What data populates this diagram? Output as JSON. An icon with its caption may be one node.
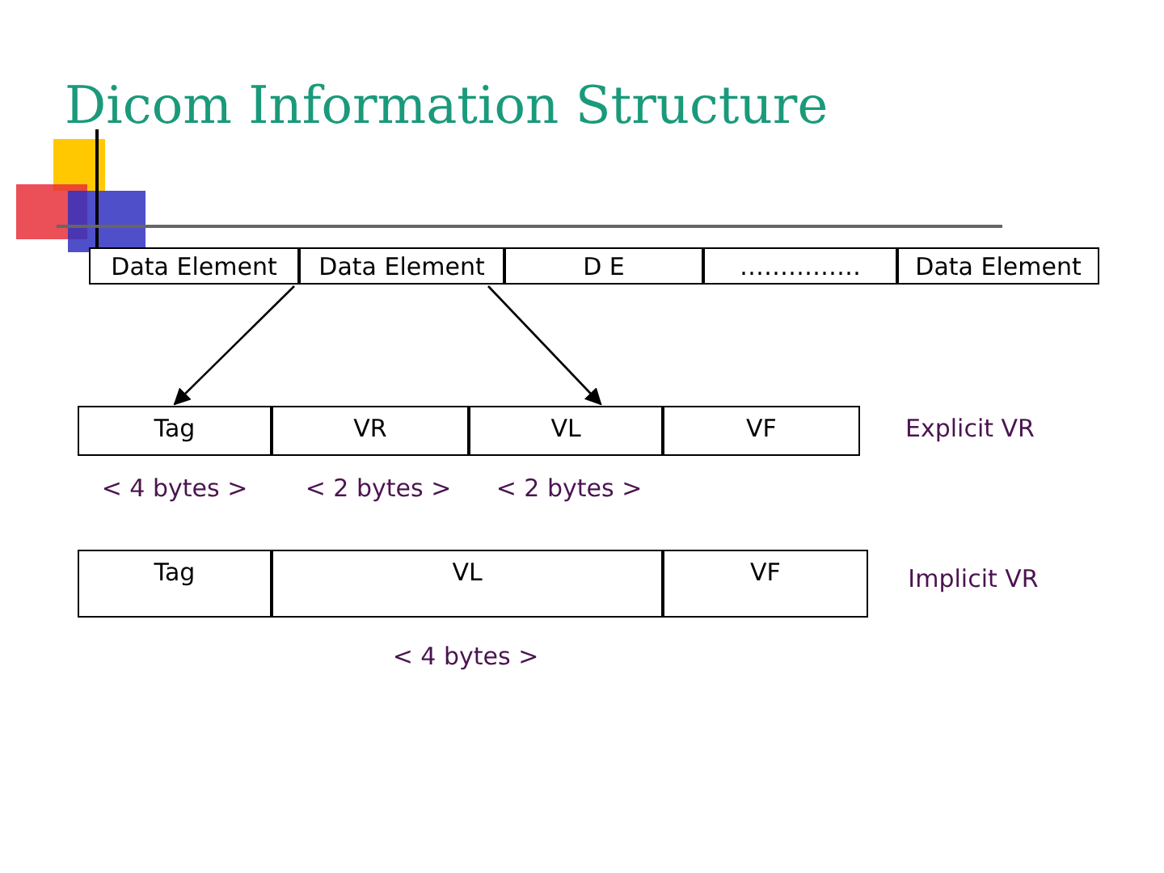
{
  "diagram": {
    "title": "Dicom Information Structure",
    "nodes": [
      {
        "text": [
          "Data Element"
        ]
      },
      {
        "text": [
          "Data Element"
        ]
      },
      {
        "text": [
          "D E"
        ]
      },
      {
        "text": [
          "……………"
        ]
      },
      {
        "text": [
          "Data Element"
        ]
      },
      {
        "text": [
          "Tag"
        ]
      },
      {
        "text": [
          "VR"
        ]
      },
      {
        "text": [
          "VL"
        ]
      },
      {
        "text": [
          "VF"
        ]
      },
      {
        "text": [
          "Tag"
        ]
      },
      {
        "text": [
          "VL"
        ]
      },
      {
        "text": [
          "VF"
        ]
      }
    ],
    "edges": [
      {
        "from": 1,
        "to": 5,
        "arrow": "to"
      },
      {
        "from": 1,
        "to": 7,
        "arrow": "to"
      }
    ],
    "labels": [
      "Explicit VR",
      "< 4 bytes >",
      "< 2 bytes >",
      "< 2 bytes >",
      "Implicit VR",
      "< 4 bytes >"
    ]
  }
}
